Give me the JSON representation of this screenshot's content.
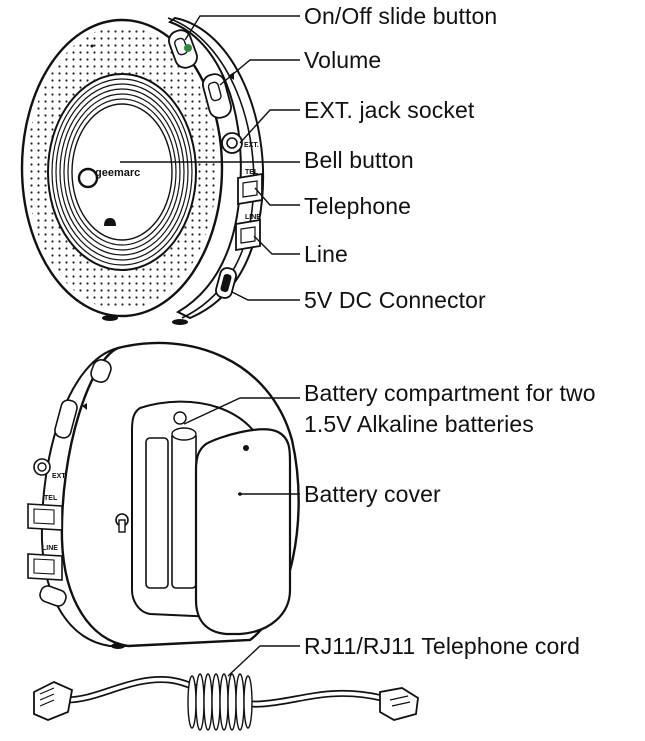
{
  "labels": {
    "on_off": "On/Off slide button",
    "volume": "Volume",
    "ext_jack": "EXT. jack socket",
    "bell_button": "Bell button",
    "telephone": "Telephone",
    "line": "Line",
    "dc_connector": "5V DC Connector",
    "battery_compartment": "Battery compartment for two 1.5V Alkaline batteries",
    "battery_cover": "Battery cover",
    "cord": "RJ11/RJ11 Telephone cord"
  },
  "device_markings": {
    "brand": "geemarc",
    "ext": "EXT.",
    "tel": "TEL",
    "line": "LINE"
  },
  "colors": {
    "line": "#111111",
    "power_indicator": "#2e8b3a"
  }
}
